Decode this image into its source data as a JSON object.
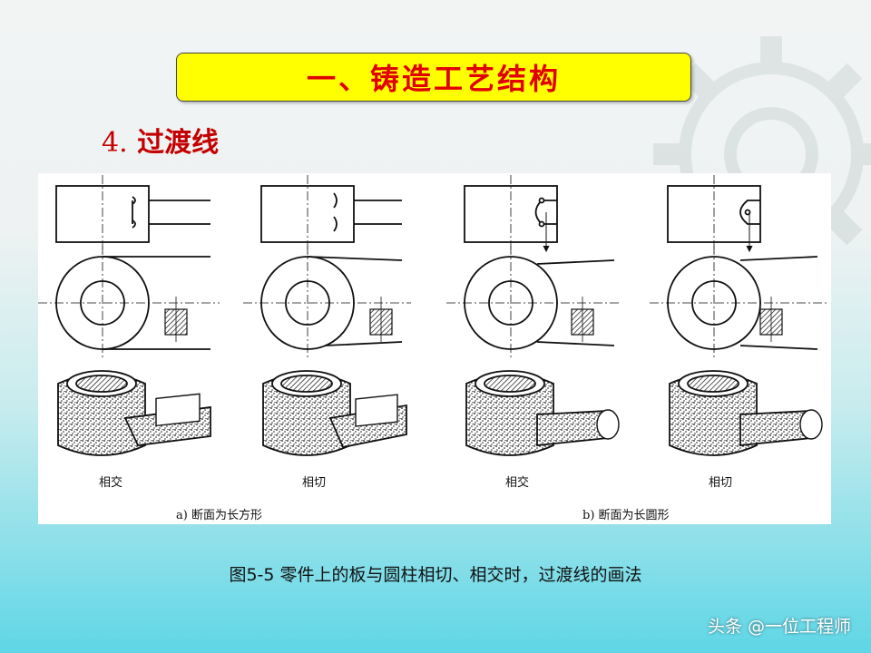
{
  "slide": {
    "title": "一、铸造工艺结构",
    "subtitle_num": "4.",
    "subtitle_text": "过渡线"
  },
  "figure": {
    "views": [
      {
        "label": "相交"
      },
      {
        "label": "相切"
      },
      {
        "label": "相交"
      },
      {
        "label": "相切"
      }
    ],
    "group_a": "a) 断面为长方形",
    "group_b": "b) 断面为长圆形"
  },
  "caption": "图5-5 零件上的板与圆柱相切、相交时，过渡线的画法",
  "watermark": "头条 @一位工程师",
  "colors": {
    "title_bg": "#ffff00",
    "title_text": "#e00000",
    "subtitle_text": "#c40000"
  },
  "icons": [
    "gear-icon"
  ]
}
